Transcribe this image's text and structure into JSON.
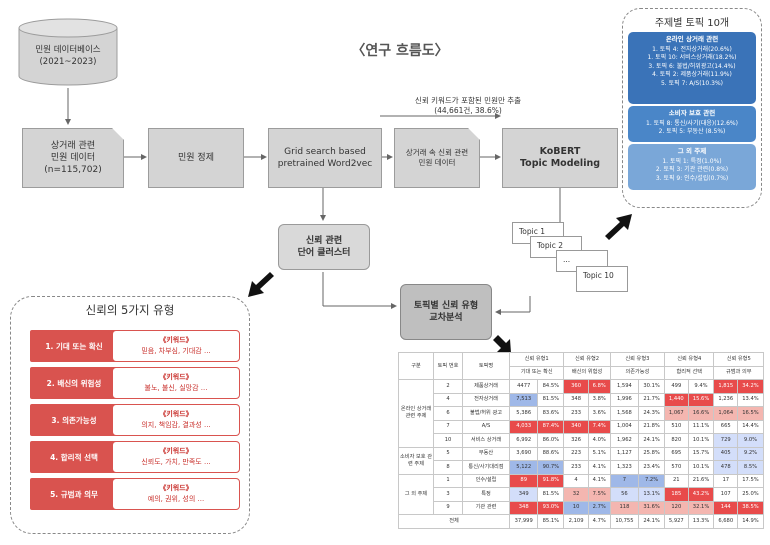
{
  "title": "〈연구 흐름도〉",
  "db": {
    "line1": "민원 데이터베이스",
    "line2": "(2021~2023)"
  },
  "flow": {
    "box1": {
      "line1": "상거래 관련",
      "line2": "민원 데이터",
      "line3": "(n=115,702)"
    },
    "box2": "민원 정제",
    "box3": {
      "line1": "Grid search based",
      "line2": "pretrained Word2vec"
    },
    "box4": {
      "line1": "상거래 속 신뢰 관련",
      "line2": "민원 데이터"
    },
    "box5": {
      "line1": "KoBERT",
      "line2": "Topic Modeling"
    },
    "note": {
      "line1": "신뢰 키워드가 포함된 민원만 추출",
      "line2": "(44,661건, 38.6%)"
    },
    "topics": [
      "Topic 1",
      "Topic 2",
      "...",
      "Topic 10"
    ],
    "cluster": {
      "line1": "신뢰 관련",
      "line2": "단어 클러스터"
    },
    "cross": {
      "line1": "토픽별 신뢰 유형",
      "line2": "교차분석"
    }
  },
  "trust_types": {
    "title": "신뢰의 5가지 유형",
    "keyword_header": "《키워드》",
    "items": [
      {
        "label": "1. 기대 또는 확신",
        "keywords": "믿음, 차부심, 기대감 ..."
      },
      {
        "label": "2. 배신의 위험성",
        "keywords": "불노, 불신, 실망감 ..."
      },
      {
        "label": "3. 의존가능성",
        "keywords": "의지, 책임감, 결과성 ..."
      },
      {
        "label": "4. 합리적 선택",
        "keywords": "신뢰도, 가치, 만족도 ..."
      },
      {
        "label": "5. 규범과 의무",
        "keywords": "예의, 권위, 성의 ..."
      }
    ]
  },
  "topic_panel": {
    "title": "주제별 토픽 10개",
    "categories": [
      {
        "head": "온라인 상거래 관련",
        "items": [
          "1. 토픽 4: 전자상거래(20.6%)",
          "1. 토픽 10: 서비스상거래(18.2%)",
          "3. 토픽 6: 불법/허위광고(14.4%)",
          "4. 토픽 2: 제품상거래(11.9%)",
          "5. 토픽 7: A/S(10.3%)"
        ]
      },
      {
        "head": "소비자 보호 관련",
        "items": [
          "1. 토픽 8: 통신/사기(대응)(12.6%)",
          "2. 토픽 5: 부동산 (8.5%)"
        ]
      },
      {
        "head": "그 외 주제",
        "items": [
          "1. 토픽 1: 특정(1.0%)",
          "2. 토픽 3: 기관 관련(0.8%)",
          "3. 토픽 9: 인수/설립(0.7%)"
        ]
      }
    ]
  },
  "table": {
    "headers": {
      "group": "구분",
      "num": "토픽 번호",
      "name": "토픽명",
      "types": [
        "신뢰 유형1",
        "신뢰 유형2",
        "신뢰 유형3",
        "신뢰 유형4",
        "신뢰 유형5"
      ],
      "subs": [
        "기대 또는 확신",
        "배신의 위험성",
        "의존가능성",
        "합리적 선택",
        "규범과 의무"
      ]
    },
    "groups": [
      {
        "label": "온라인 상거래 관련 주제",
        "rows": [
          {
            "num": "2",
            "name": "제품상거래",
            "v": [
              "4477",
              "84.5%",
              "360",
              "6.8%",
              "1,594",
              "30.1%",
              "499",
              "9.4%",
              "1,815",
              "34.2%"
            ],
            "hl": [
              "",
              "",
              "r",
              "r",
              "",
              "",
              "",
              "",
              "r",
              "r"
            ]
          },
          {
            "num": "4",
            "name": "전자상거래",
            "v": [
              "7,513",
              "81.5%",
              "348",
              "3.8%",
              "1,996",
              "21.7%",
              "1,440",
              "15.6%",
              "1,236",
              "13.4%"
            ],
            "hl": [
              "b",
              "",
              "",
              "",
              "",
              "",
              "r",
              "r",
              "",
              ""
            ]
          },
          {
            "num": "6",
            "name": "불법/허위 광고",
            "v": [
              "5,386",
              "83.6%",
              "233",
              "3.6%",
              "1,568",
              "24.3%",
              "1,067",
              "16.6%",
              "1,064",
              "16.5%"
            ],
            "hl": [
              "",
              "",
              "",
              "",
              "",
              "",
              "p",
              "p",
              "p",
              "p"
            ]
          },
          {
            "num": "7",
            "name": "A/S",
            "v": [
              "4,033",
              "87.4%",
              "340",
              "7.4%",
              "1,004",
              "21.8%",
              "510",
              "11.1%",
              "665",
              "14.4%"
            ],
            "hl": [
              "r",
              "r",
              "r",
              "r",
              "",
              "",
              "",
              "",
              "",
              ""
            ]
          },
          {
            "num": "10",
            "name": "서비스 상거래",
            "v": [
              "6,992",
              "86.0%",
              "326",
              "4.0%",
              "1,962",
              "24.1%",
              "820",
              "10.1%",
              "729",
              "9.0%"
            ],
            "hl": [
              "",
              "",
              "",
              "",
              "",
              "",
              "",
              "",
              "lb",
              "lb"
            ]
          }
        ]
      },
      {
        "label": "소비자 보호 관련 주제",
        "rows": [
          {
            "num": "5",
            "name": "부동산",
            "v": [
              "3,690",
              "88.6%",
              "223",
              "5.1%",
              "1,127",
              "25.8%",
              "695",
              "15.7%",
              "405",
              "9.2%"
            ],
            "hl": [
              "",
              "",
              "",
              "",
              "",
              "",
              "",
              "",
              "lb",
              "lb"
            ]
          },
          {
            "num": "8",
            "name": "통신/사기대리점",
            "v": [
              "5,122",
              "90.7%",
              "233",
              "4.1%",
              "1,323",
              "23.4%",
              "570",
              "10.1%",
              "478",
              "8.5%"
            ],
            "hl": [
              "b",
              "b",
              "",
              "",
              "",
              "",
              "",
              "",
              "lb",
              "lb"
            ]
          }
        ]
      },
      {
        "label": "그 외 주제",
        "rows": [
          {
            "num": "1",
            "name": "인수/설립",
            "v": [
              "89",
              "91.8%",
              "4",
              "4.1%",
              "7",
              "7.2%",
              "21",
              "21.6%",
              "17",
              "17.5%"
            ],
            "hl": [
              "r",
              "r",
              "",
              "",
              "b",
              "b",
              "",
              "",
              "",
              ""
            ]
          },
          {
            "num": "3",
            "name": "특정",
            "v": [
              "349",
              "81.5%",
              "32",
              "7.5%",
              "56",
              "13.1%",
              "185",
              "43.2%",
              "107",
              "25.0%"
            ],
            "hl": [
              "lb",
              "",
              "p",
              "p",
              "lb",
              "lb",
              "r",
              "r",
              "",
              ""
            ]
          },
          {
            "num": "9",
            "name": "기관 관련",
            "v": [
              "348",
              "93.0%",
              "10",
              "2.7%",
              "118",
              "31.6%",
              "120",
              "32.1%",
              "144",
              "38.5%"
            ],
            "hl": [
              "r",
              "r",
              "b",
              "b",
              "p",
              "p",
              "p",
              "p",
              "r",
              "r"
            ]
          }
        ]
      }
    ],
    "total": {
      "label": "전체",
      "v": [
        "37,999",
        "85.1%",
        "2,109",
        "4.7%",
        "10,755",
        "24.1%",
        "5,927",
        "13.3%",
        "6,680",
        "14.9%"
      ]
    }
  }
}
